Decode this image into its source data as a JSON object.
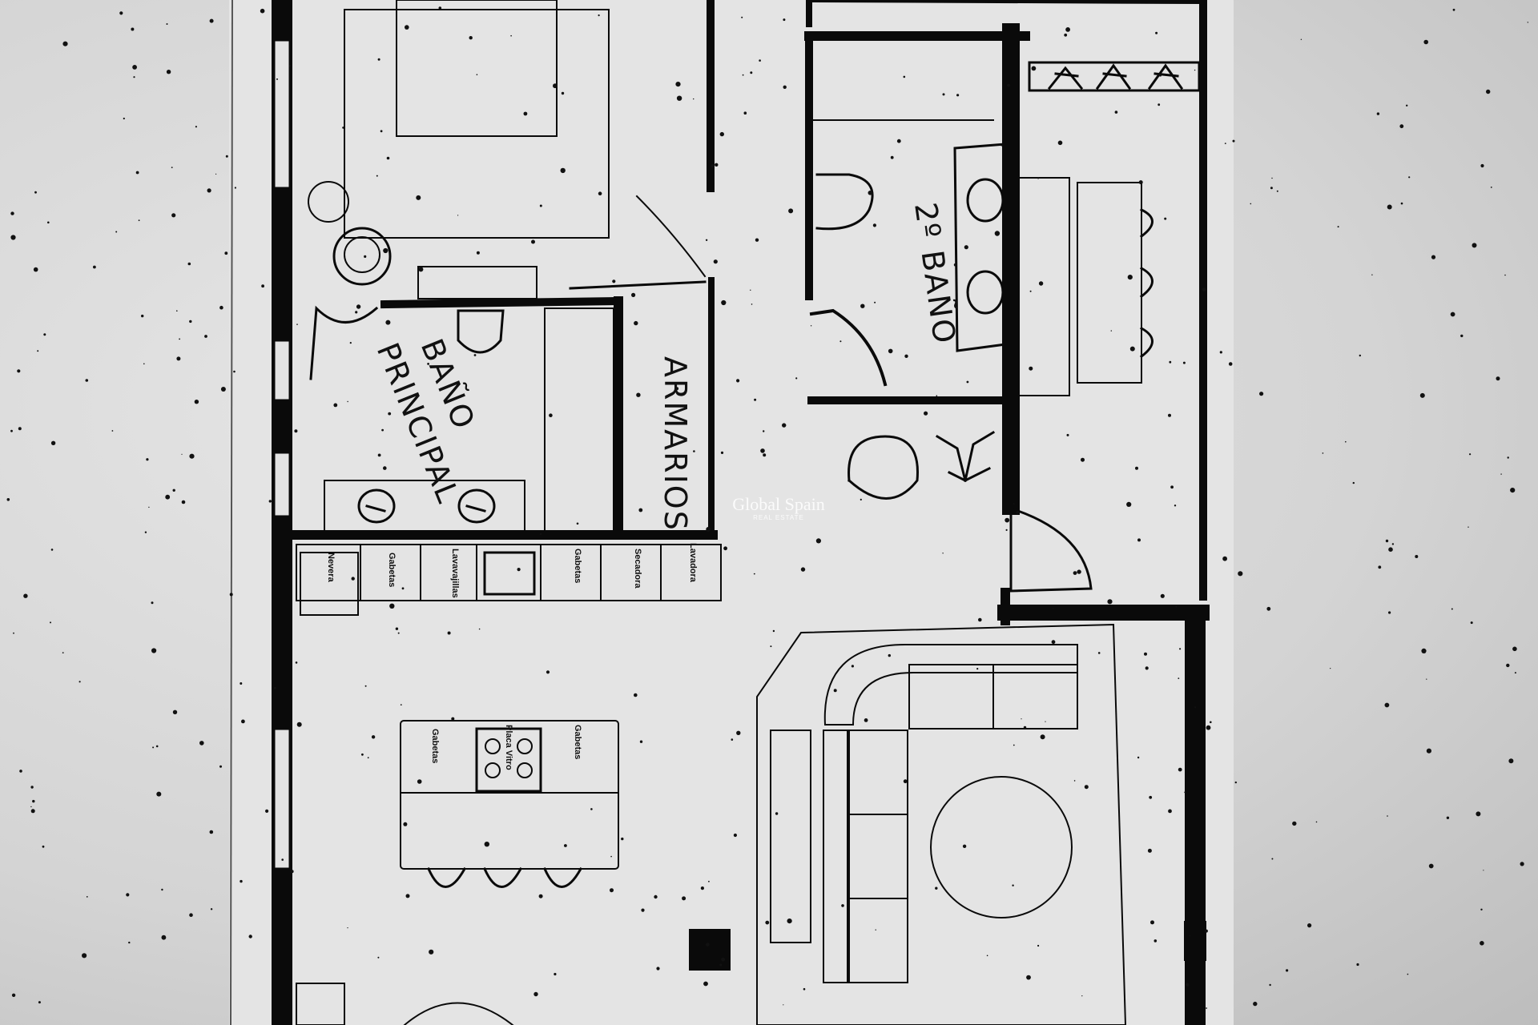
{
  "labels": {
    "bano_principal_1": "BAÑO",
    "bano_principal_2": "PRINCIPAL",
    "armarios": "ARMARIOS",
    "bano_2": "2º BAÑO"
  },
  "counter_labels": {
    "nevera": "Nevera",
    "gabetas_1": "Gabetas",
    "lavavajillas": "Lavavajillas",
    "gabetas_2": "Gabetas",
    "secadora": "Secadora",
    "lavadora": "Lavadora"
  },
  "island_labels": {
    "gabetas_left": "Gabetas",
    "placa": "Placa Vitro",
    "gabetas_right": "Gabetas"
  },
  "watermark": {
    "brand": "Global Spain",
    "sub": "REAL ESTATE"
  }
}
